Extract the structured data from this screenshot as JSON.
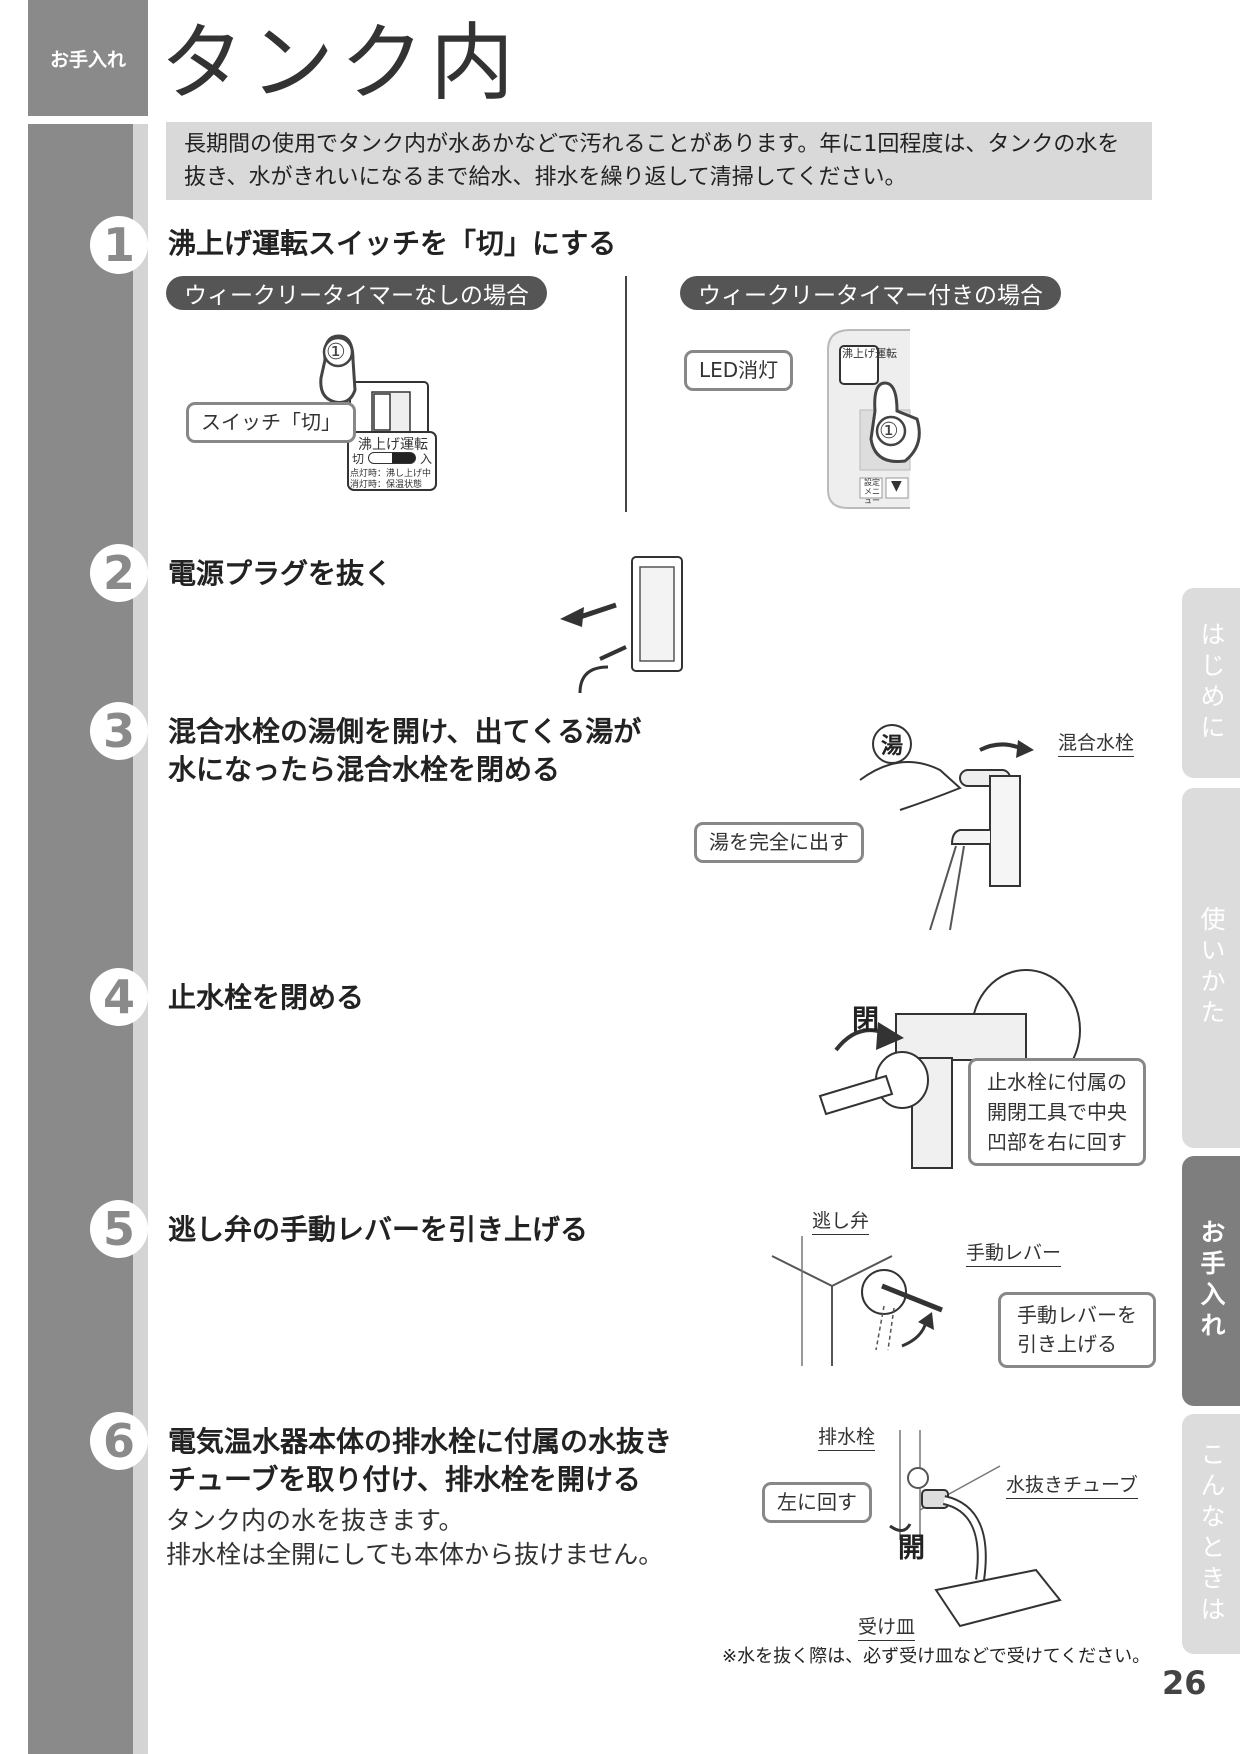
{
  "header": {
    "section_tag": "お手入れ",
    "title": "タンク内"
  },
  "intro": "長期間の使用でタンク内が水あかなどで汚れることがあります。年に1回程度は、タンクの水を抜き、水がきれいになるまで給水、排水を繰り返して清掃してください。",
  "steps": [
    {
      "num": "1",
      "title": "沸上げ運転スイッチを「切」にする"
    },
    {
      "num": "2",
      "title": "電源プラグを抜く"
    },
    {
      "num": "3",
      "title_line1": "混合水栓の湯側を開け、出てくる湯が",
      "title_line2": "水になったら混合水栓を閉める"
    },
    {
      "num": "4",
      "title": "止水栓を閉める"
    },
    {
      "num": "5",
      "title": "逃し弁の手動レバーを引き上げる"
    },
    {
      "num": "6",
      "title_line1": "電気温水器本体の排水栓に付属の水抜き",
      "title_line2": "チューブを取り付け、排水栓を開ける",
      "sub_line1": "タンク内の水を抜きます。",
      "sub_line2": "排水栓は全開にしても本体から抜けません。"
    }
  ],
  "step1": {
    "left_pill": "ウィークリータイマーなしの場合",
    "right_pill": "ウィークリータイマー付きの場合",
    "switch_callout": "スイッチ「切」",
    "switch_label": "沸上げ運転",
    "switch_off": "切",
    "switch_on": "入",
    "switch_note1": "点灯時：沸し上げ中",
    "switch_note2": "消灯時：保温状態",
    "circle1": "①",
    "led_callout": "LED消灯",
    "panel_label": "沸上げ運転",
    "panel_menu": "設定メニュー",
    "panel_arrow": "▼"
  },
  "step3": {
    "hot_symbol": "湯",
    "faucet_label": "混合水栓",
    "callout": "湯を完全に出す"
  },
  "step4": {
    "close_label": "閉",
    "callout_line1": "止水栓に付属の",
    "callout_line2": "開閉工具で中央",
    "callout_line3": "凹部を右に回す"
  },
  "step5": {
    "valve_label": "逃し弁",
    "lever_label": "手動レバー",
    "callout_line1": "手動レバーを",
    "callout_line2": "引き上げる"
  },
  "step6": {
    "drain_label": "排水栓",
    "turn_callout": "左に回す",
    "tube_label": "水抜きチューブ",
    "open_label": "開",
    "tray_label": "受け皿"
  },
  "note": "※水を抜く際は、必ず受け皿などで受けてください。",
  "page_number": "26",
  "side_tabs": [
    {
      "label": "はじめに",
      "active": false
    },
    {
      "label": "使いかた",
      "active": false
    },
    {
      "label": "お手入れ",
      "active": true
    },
    {
      "label": "こんなときは",
      "active": false
    }
  ]
}
